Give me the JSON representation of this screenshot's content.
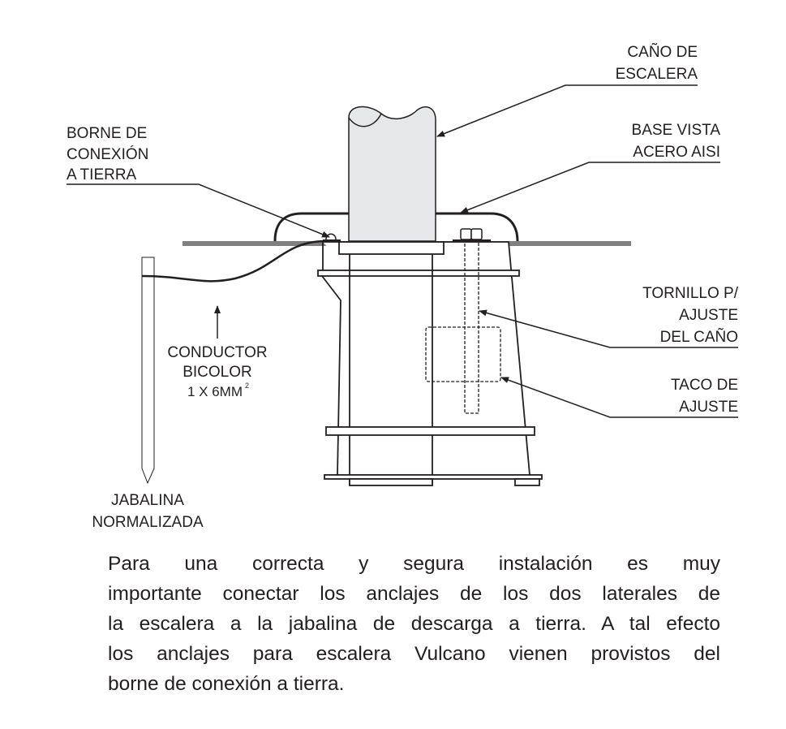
{
  "labels": {
    "cano": [
      "CAÑO DE",
      "ESCALERA"
    ],
    "base": [
      "BASE VISTA",
      "ACERO AISI"
    ],
    "borne": [
      "BORNE DE",
      "CONEXIÓN",
      "A TIERRA"
    ],
    "tornillo": [
      "TORNILLO P/",
      "AJUSTE",
      "DEL CAÑO"
    ],
    "taco": [
      "TACO DE",
      "AJUSTE"
    ],
    "conductor": [
      "CONDUCTOR",
      "BICOLOR",
      "1 X 6MM",
      "2"
    ],
    "jabalina": [
      "JABALINA",
      "NORMALIZADA"
    ]
  },
  "paragraph": [
    "Para una correcta y segura instalación es muy",
    "importante conectar los anclajes de los dos laterales de",
    "la escalera a la jabalina de descarga a tierra. A tal efecto",
    "los anclajes para escalera Vulcano vienen provistos del",
    "borne de conexión a tierra."
  ],
  "colors": {
    "ink": "#231f20",
    "ground": "#808080",
    "pipe": "#e6e7e8"
  }
}
